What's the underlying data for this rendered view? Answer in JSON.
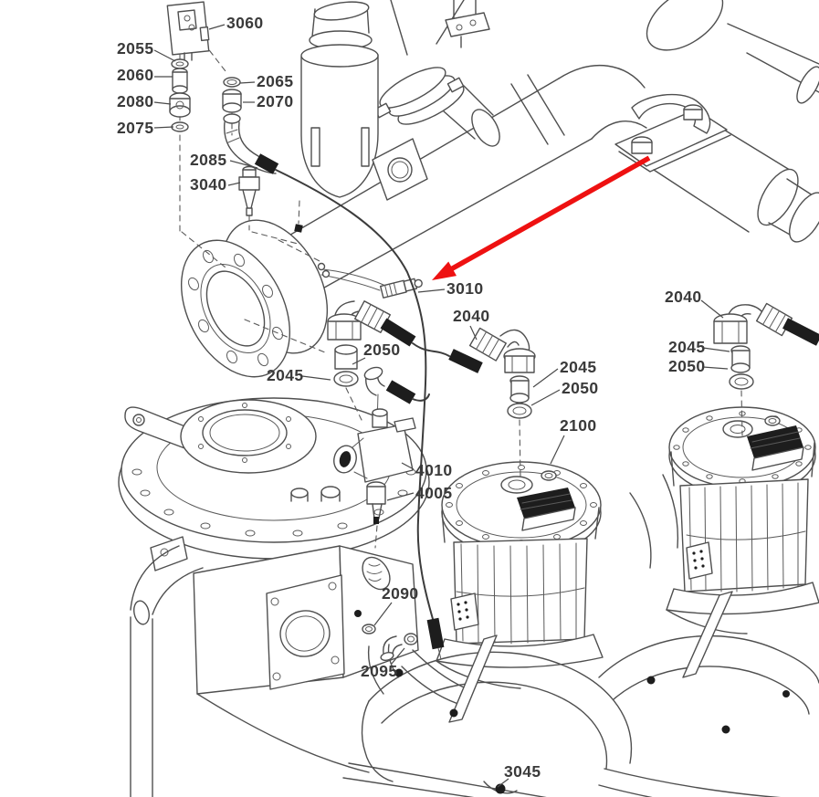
{
  "diagram": {
    "type": "exploded-parts-diagram",
    "background": "#ffffff",
    "line_color": "#4f4f4f",
    "label_color": "#3a3a3a",
    "highlight": {
      "pointed_part": "3010",
      "arrow_color": "#ee1111"
    }
  },
  "labels": [
    {
      "text": "3060"
    },
    {
      "text": "2055"
    },
    {
      "text": "2060"
    },
    {
      "text": "2080"
    },
    {
      "text": "2075"
    },
    {
      "text": "2065"
    },
    {
      "text": "2070"
    },
    {
      "text": "2085"
    },
    {
      "text": "3040"
    },
    {
      "text": "3010"
    },
    {
      "text": "2040"
    },
    {
      "text": "2050"
    },
    {
      "text": "2045"
    },
    {
      "text": "4010"
    },
    {
      "text": "4005"
    },
    {
      "text": "2045"
    },
    {
      "text": "2050"
    },
    {
      "text": "2100"
    },
    {
      "text": "2040"
    },
    {
      "text": "2045"
    },
    {
      "text": "2050"
    },
    {
      "text": "2090"
    },
    {
      "text": "2095"
    },
    {
      "text": "3045"
    }
  ]
}
